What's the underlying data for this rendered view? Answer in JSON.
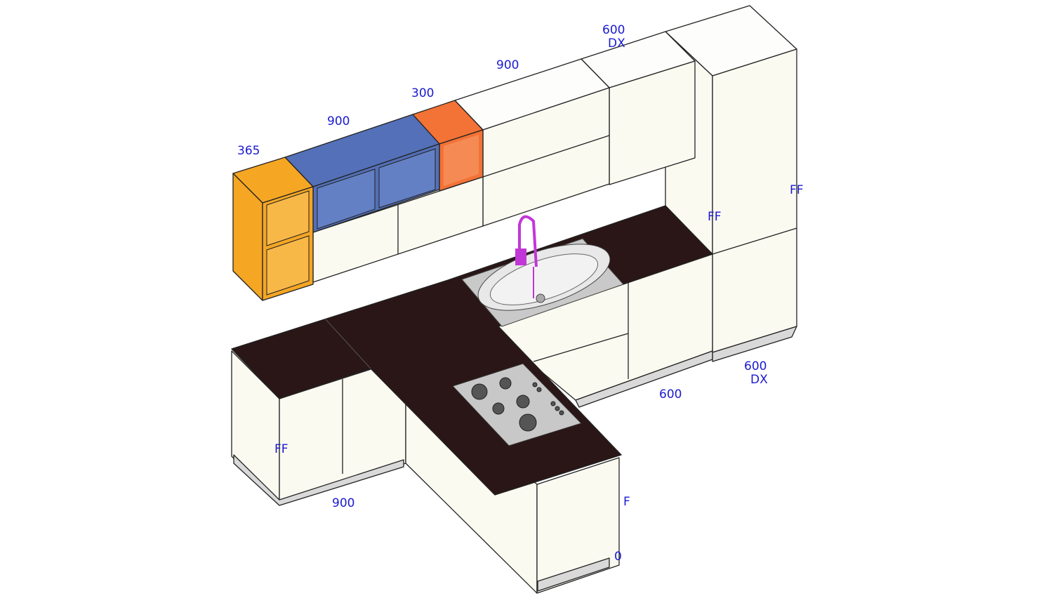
{
  "colors": {
    "cabinet": "#fbfaf1",
    "countertop": "#2a1616",
    "orange_light": "#f5a623",
    "blue": "#5370b8",
    "orange_red": "#f37235",
    "plinth": "#d9d9d9",
    "faucet": "#c236d8",
    "label": "#1a1ad0"
  },
  "labels": {
    "wall_365": "365",
    "wall_900_blue": "900",
    "wall_300": "300",
    "wall_900": "900",
    "wall_600": "600",
    "wall_600_side": "DX",
    "tall_ff": "FF",
    "tall_side_ff": "FF",
    "base_600_dx": "600",
    "base_600_dx_side": "DX",
    "base_600": "600",
    "base_left_ff": "FF",
    "base_900": "900",
    "peninsula_f": "F",
    "peninsula_0": "0"
  }
}
